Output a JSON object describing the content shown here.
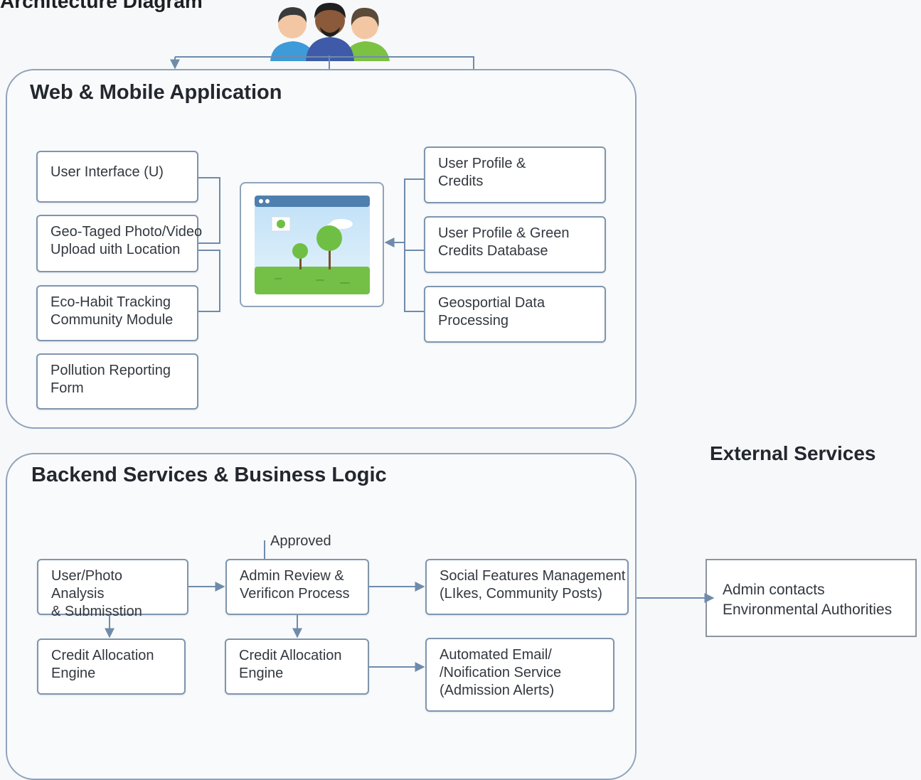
{
  "page_title": "Architecture Diagram",
  "web_section": {
    "title": "Web & Mobile Application",
    "left_boxes": [
      [
        "User Interface (U)"
      ],
      [
        "Geo-Taged Photo/Video",
        "Upload uith Location"
      ],
      [
        "Eco-Habit Tracking",
        "Community Module"
      ],
      [
        "Pollution Reporting",
        "Form"
      ]
    ],
    "right_boxes": [
      [
        "User Profile &",
        "Credits"
      ],
      [
        "User Profile & Green",
        "Credits Database"
      ],
      [
        "Geosportial Data",
        "Processing"
      ]
    ]
  },
  "backend_section": {
    "title": "Backend Services & Business Logic",
    "approved_label": "Approved",
    "boxes": {
      "analysis": [
        "User/Photo Analysis",
        "& Submisstion"
      ],
      "admin_review": [
        "Admin Review &",
        "Verificon Process"
      ],
      "social": [
        "Social Features Management",
        "(LIkes, Community Posts)"
      ],
      "credit_left": [
        "Credit Allocation",
        "Engine"
      ],
      "credit_mid": [
        "Credit Allocation",
        "Engine"
      ],
      "email": [
        "Automated Email/",
        "/Noification Service",
        "(Admission Alerts)"
      ]
    }
  },
  "external_section": {
    "title": "External Services",
    "box": [
      "Admin contacts",
      "Environmental Authorities"
    ]
  },
  "colors": {
    "connector": "#6f8bab",
    "panel_border": "#8fa3ba",
    "box_border": "#7f95ad"
  },
  "icons": [
    "users-group-icon",
    "app-window-illustration"
  ]
}
